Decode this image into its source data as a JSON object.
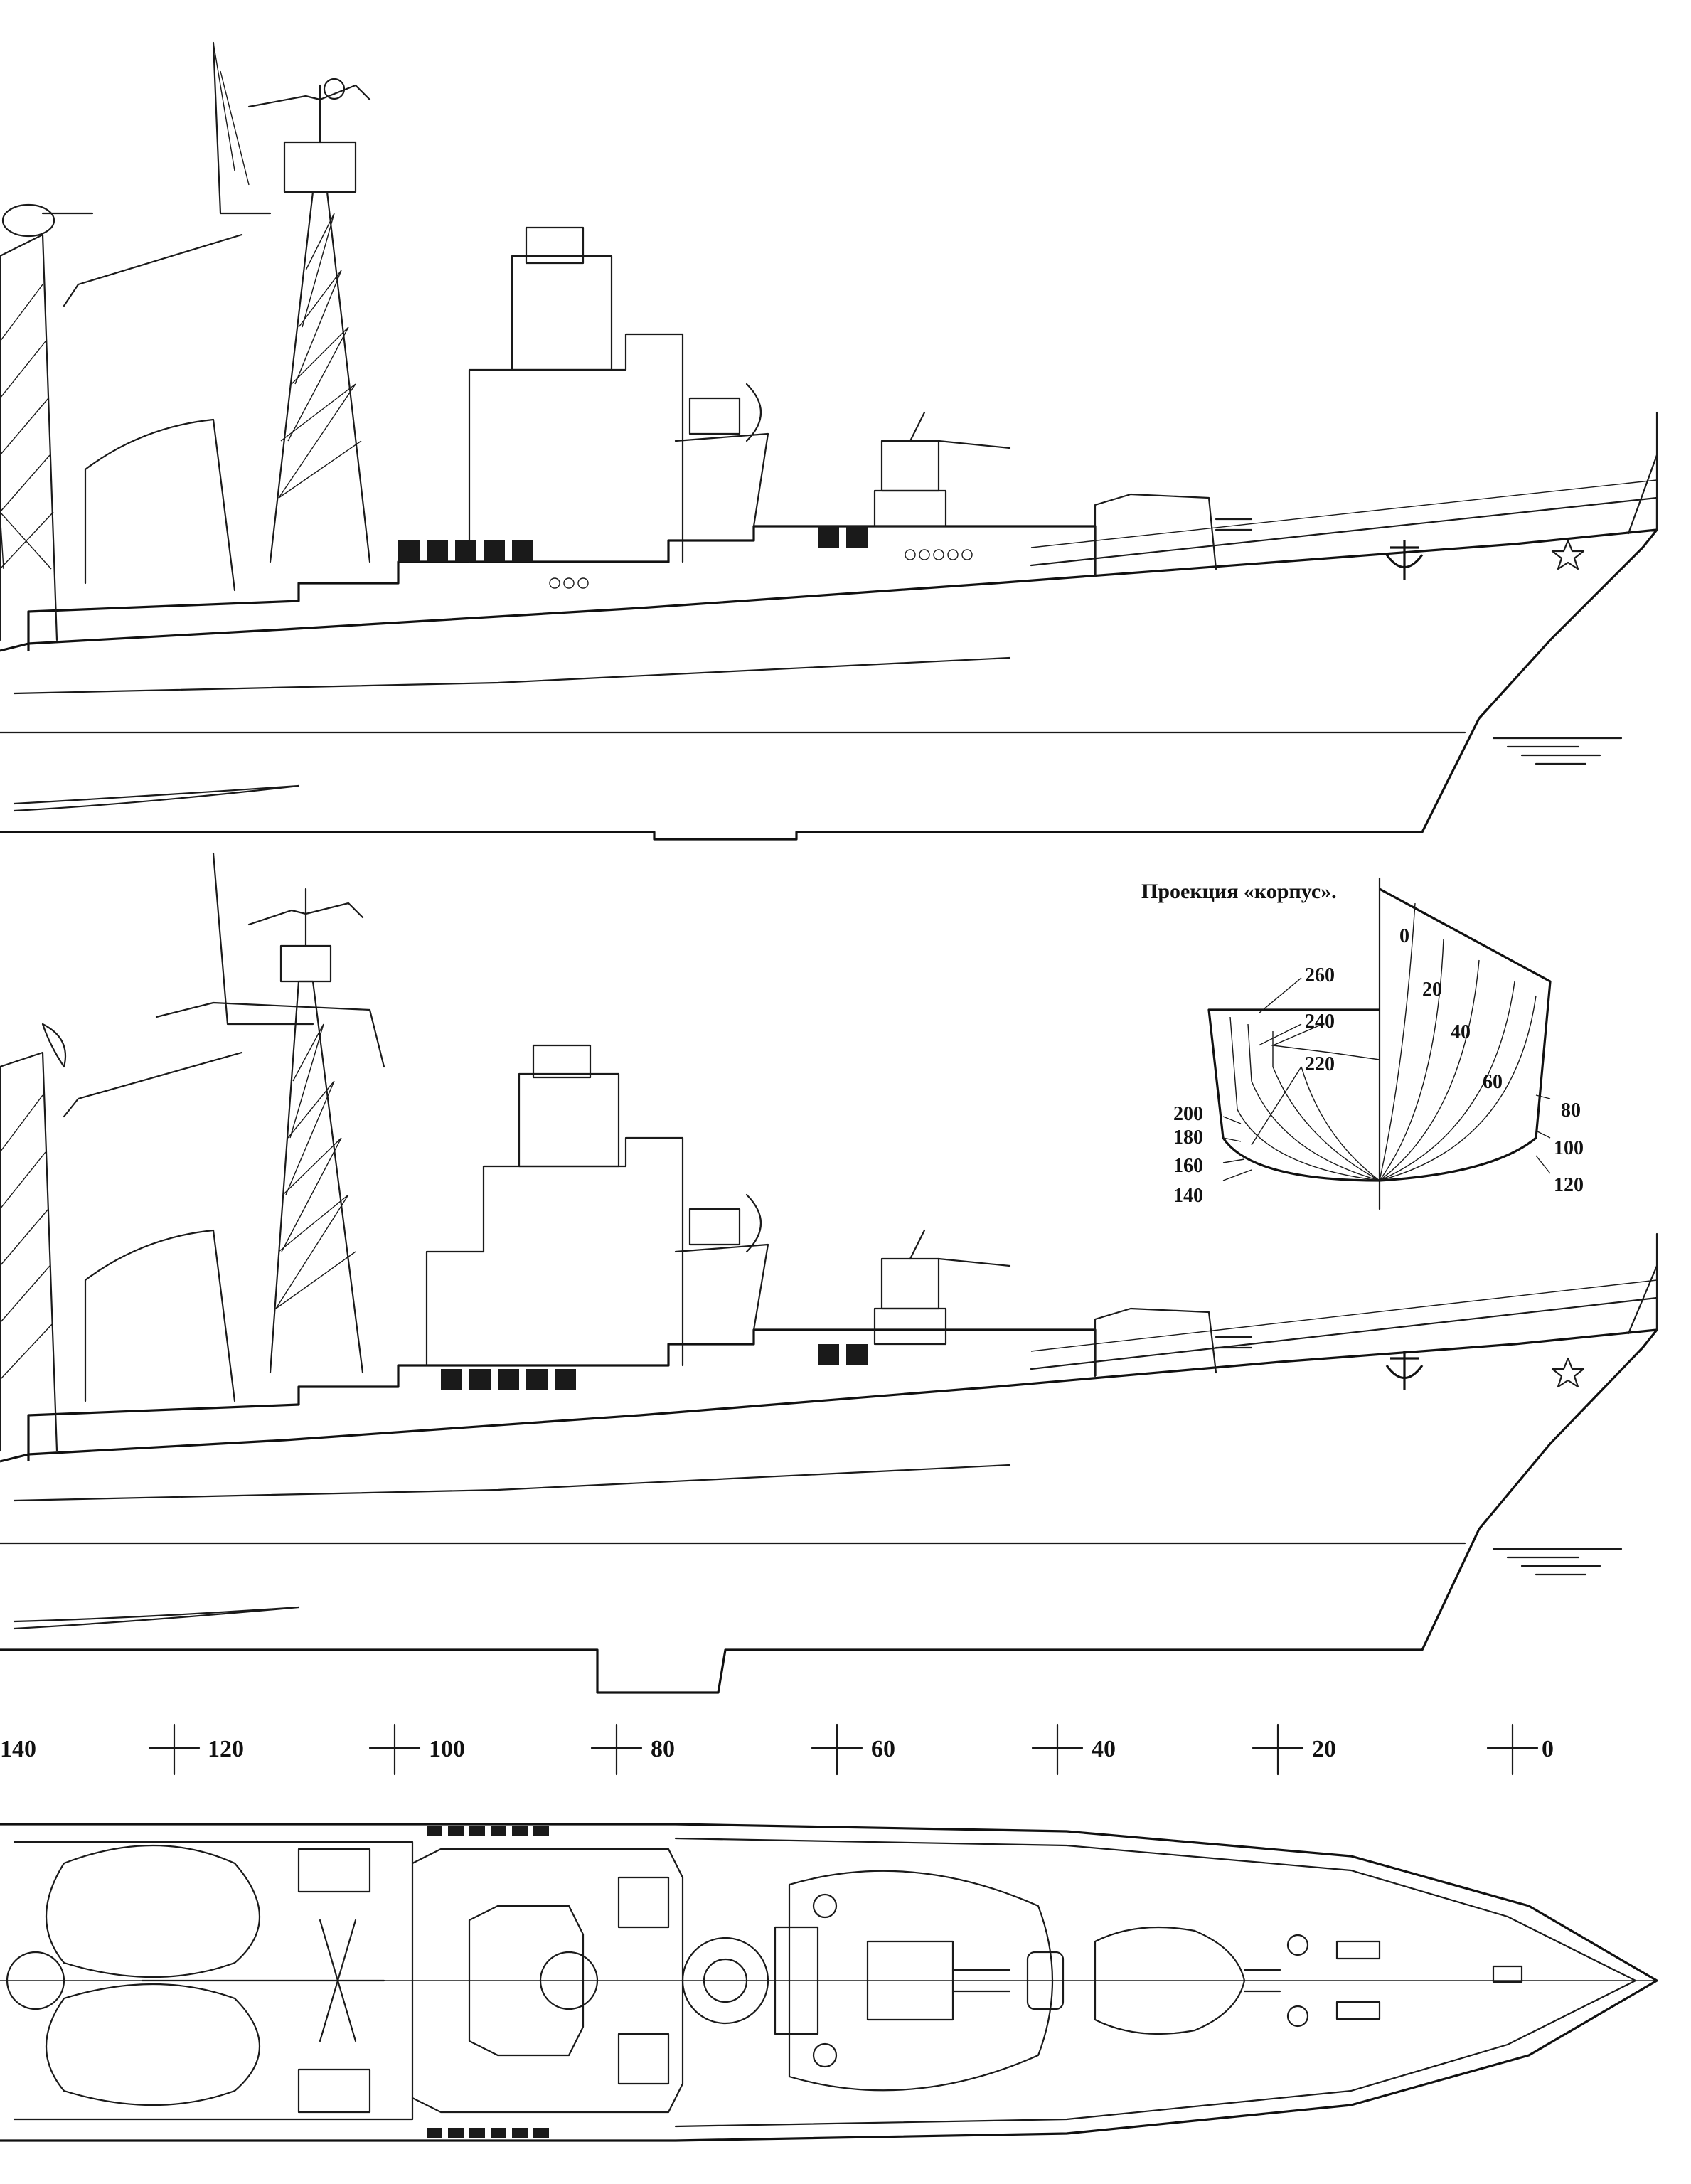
{
  "body_plan": {
    "title": "Проекция «корпус».",
    "aft_sections": [
      "260",
      "240",
      "220",
      "200",
      "180",
      "160",
      "140"
    ],
    "fwd_sections": [
      "0",
      "20",
      "40",
      "60",
      "80",
      "100",
      "120"
    ]
  },
  "scale": {
    "stations": [
      "140",
      "120",
      "100",
      "80",
      "60",
      "40",
      "20",
      "0"
    ]
  },
  "icons": {
    "bow_emblem": "star-icon",
    "anchor": "anchor-icon"
  }
}
